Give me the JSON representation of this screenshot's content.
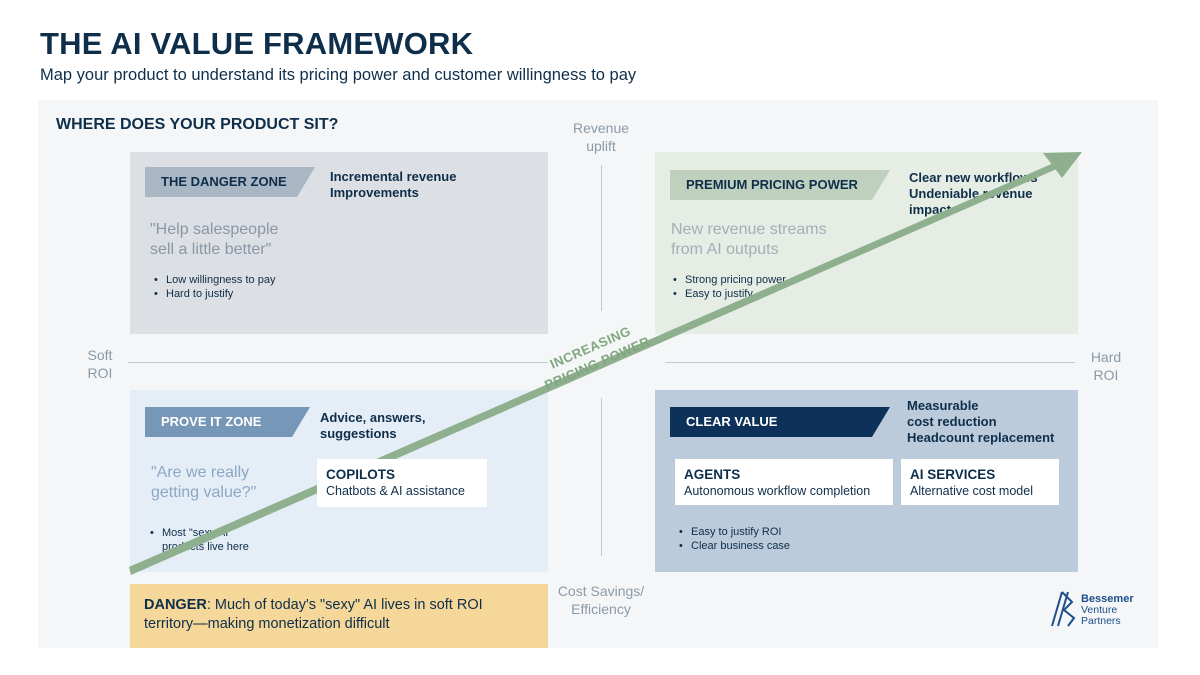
{
  "header": {
    "title": "THE AI VALUE FRAMEWORK",
    "subtitle": "Map your product to understand its pricing power and customer willingness to pay"
  },
  "panel": {
    "heading": "WHERE DOES YOUR PRODUCT SIT?"
  },
  "axes": {
    "top_line1": "Revenue",
    "top_line2": "uplift",
    "bottom_line1": "Cost Savings/",
    "bottom_line2": "Efficiency",
    "left_line1": "Soft",
    "left_line2": "ROI",
    "right_line1": "Hard",
    "right_line2": "ROI"
  },
  "arrow": {
    "line1": "INCREASING",
    "line2": "PRICING POWER",
    "color": "#8fb08e"
  },
  "quadrants": {
    "danger": {
      "tag": "THE DANGER ZONE",
      "desc_line1": "Incremental revenue",
      "desc_line2": "Improvements",
      "quote_line1": "\"Help salespeople",
      "quote_line2": "sell a little better\"",
      "bullets": [
        "Low willingness to pay",
        "Hard to justify"
      ]
    },
    "premium": {
      "tag": "PREMIUM PRICING POWER",
      "desc_line1": "Clear new workflows",
      "desc_line2": "Undeniable revenue",
      "desc_line3": "impact",
      "quote_line1": "New revenue streams",
      "quote_line2": "from AI outputs",
      "bullets": [
        "Strong pricing power",
        "Easy to justify"
      ]
    },
    "prove": {
      "tag": "PROVE IT ZONE",
      "desc_line1": "Advice, answers,",
      "desc_line2": "suggestions",
      "quote_line1": "\"Are we really",
      "quote_line2": "getting value?\"",
      "bullet_line1": "Most \"sexy AI",
      "bullet_line2": "products live here",
      "card": {
        "title": "COPILOTS",
        "sub": "Chatbots & AI assistance"
      }
    },
    "clear": {
      "tag": "CLEAR VALUE",
      "desc_line1": "Measurable",
      "desc_line2": "cost reduction",
      "desc_line3": "Headcount replacement",
      "bullets": [
        "Easy to justify ROI",
        "Clear business case"
      ],
      "card_agents": {
        "title": "AGENTS",
        "sub": "Autonomous workflow completion"
      },
      "card_services": {
        "title": "AI SERVICES",
        "sub": "Alternative cost model"
      }
    }
  },
  "danger_note": {
    "lead": "DANGER",
    "text": ": Much of today's \"sexy\" AI lives in soft ROI territory—making monetization difficult"
  },
  "logo": {
    "icon": "bessemer-logo-icon",
    "line1": "Bessemer",
    "line2": "Venture",
    "line3": "Partners"
  }
}
